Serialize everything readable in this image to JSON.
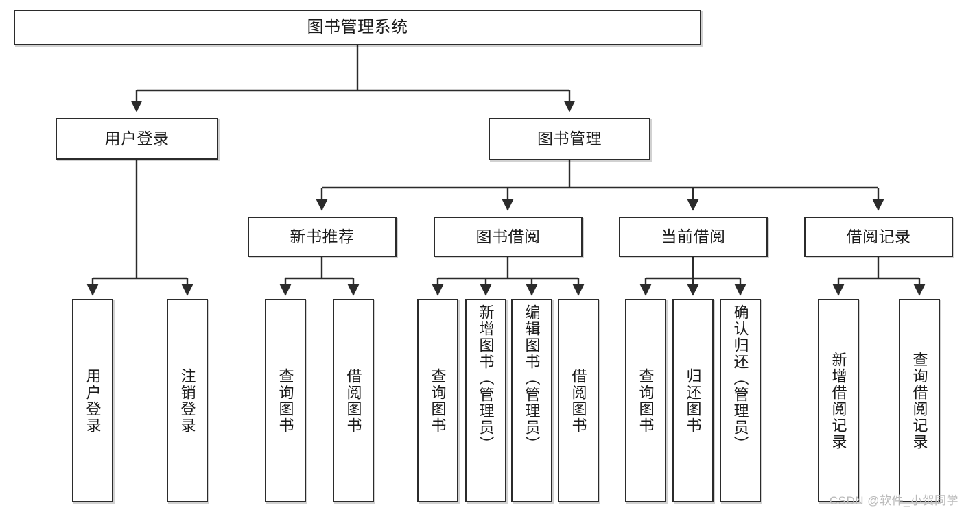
{
  "diagram": {
    "type": "tree",
    "title": "图书管理系统",
    "watermark": "CSDN @软件_小贺同学",
    "levels": {
      "root": {
        "label": "图书管理系统"
      },
      "level2": [
        {
          "id": "user-login",
          "label": "用户登录"
        },
        {
          "id": "book-management",
          "label": "图书管理"
        }
      ],
      "level3": [
        {
          "id": "new-book-recommend",
          "label": "新书推荐",
          "parent": "book-management"
        },
        {
          "id": "book-borrow",
          "label": "图书借阅",
          "parent": "book-management"
        },
        {
          "id": "current-borrow",
          "label": "当前借阅",
          "parent": "book-management"
        },
        {
          "id": "borrow-record",
          "label": "借阅记录",
          "parent": "book-management"
        }
      ],
      "leaves": [
        {
          "id": "leaf-user-login",
          "label": "用户登录",
          "parent": "user-login"
        },
        {
          "id": "leaf-logout-login",
          "label": "注销登录",
          "parent": "user-login"
        },
        {
          "id": "leaf-query-book-1",
          "label": "查询图书",
          "parent": "new-book-recommend"
        },
        {
          "id": "leaf-borrow-book-1",
          "label": "借阅图书",
          "parent": "new-book-recommend"
        },
        {
          "id": "leaf-query-book-2",
          "label": "查询图书",
          "parent": "book-borrow"
        },
        {
          "id": "leaf-add-book",
          "label": "新增图书（管理员）",
          "parent": "book-borrow"
        },
        {
          "id": "leaf-edit-book",
          "label": "编辑图书（管理员）",
          "parent": "book-borrow"
        },
        {
          "id": "leaf-borrow-book-2",
          "label": "借阅图书",
          "parent": "book-borrow"
        },
        {
          "id": "leaf-query-book-3",
          "label": "查询图书",
          "parent": "current-borrow"
        },
        {
          "id": "leaf-return-book",
          "label": "归还图书",
          "parent": "current-borrow"
        },
        {
          "id": "leaf-confirm-return",
          "label": "确认归还（管理员）",
          "parent": "current-borrow"
        },
        {
          "id": "leaf-add-record",
          "label": "新增借阅记录",
          "parent": "borrow-record"
        },
        {
          "id": "leaf-query-record",
          "label": "查询借阅记录",
          "parent": "borrow-record"
        }
      ]
    },
    "colors": {
      "border": "#2b2b2b",
      "background": "#ffffff",
      "text": "#1a1a1a",
      "watermark": "#b9b9b9"
    }
  }
}
